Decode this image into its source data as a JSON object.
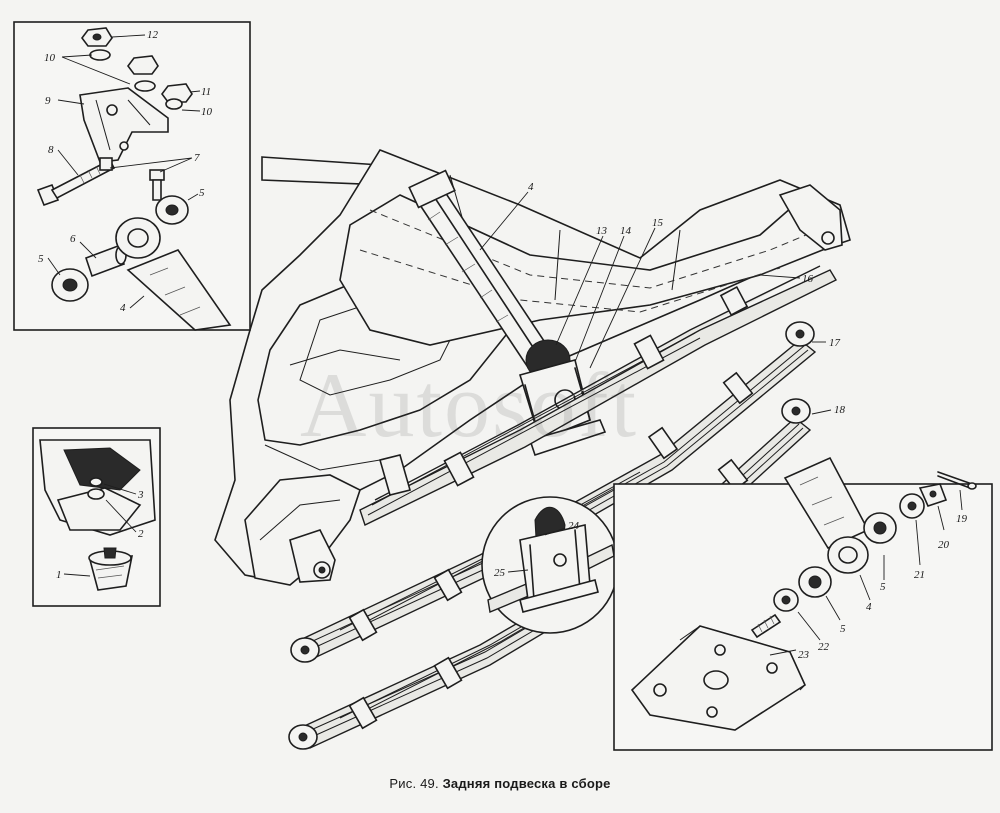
{
  "caption": {
    "prefix": "Рис. 49.",
    "title": "Задняя подвеска в сборе"
  },
  "watermark": "Autosoft",
  "callouts": {
    "c1": "1",
    "c2": "2",
    "c3": "3",
    "c4a": "4",
    "c4b": "4",
    "c4c": "4",
    "c5a": "5",
    "c5b": "5",
    "c5c": "5",
    "c5d": "5",
    "c6": "6",
    "c7": "7",
    "c8": "8",
    "c9": "9",
    "c10a": "10",
    "c10b": "10",
    "c11": "11",
    "c12": "12",
    "c13": "13",
    "c14": "14",
    "c15": "15",
    "c16": "16",
    "c17": "17",
    "c18": "18",
    "c19": "19",
    "c20": "20",
    "c21": "21",
    "c22": "22",
    "c23": "23",
    "c24": "24",
    "c25": "25"
  }
}
